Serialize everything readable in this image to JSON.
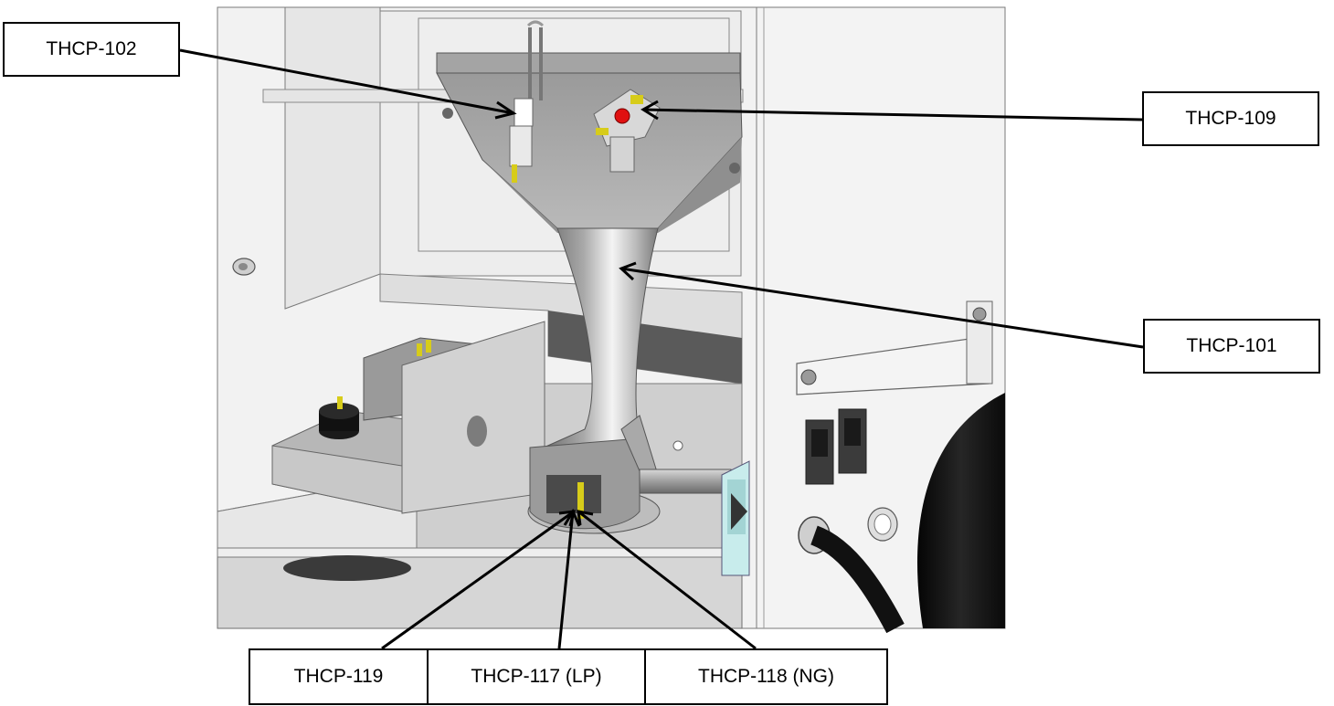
{
  "callouts": {
    "thcp_102": "THCP-102",
    "thcp_109": "THCP-109",
    "thcp_101": "THCP-101",
    "thcp_119": "THCP-119",
    "thcp_117": "THCP-117 (LP)",
    "thcp_118": "THCP-118 (NG)"
  },
  "colors": {
    "panel_light": "#f1f1f1",
    "panel_mid": "#d9d9d9",
    "metal_dark": "#8c8c8c",
    "wire_yellow": "#d7cc1a",
    "indicator_red": "#e01010",
    "valve_blue": "#c8ecec",
    "rubber_black": "#121212",
    "leader_line": "#000000"
  }
}
